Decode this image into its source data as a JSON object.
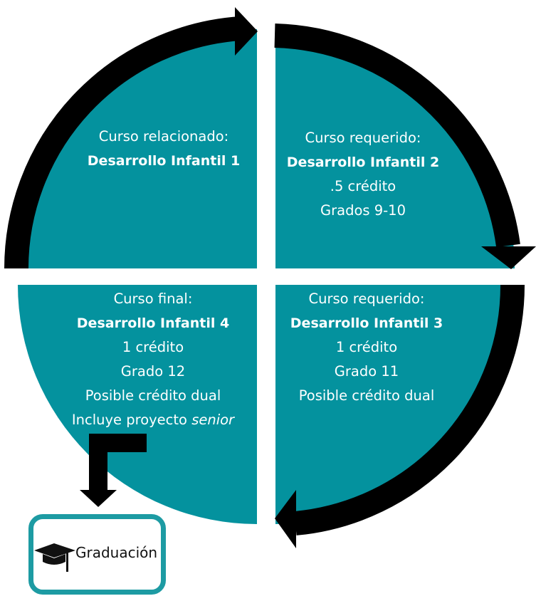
{
  "colors": {
    "teal": "#04929e",
    "arrow": "#000000",
    "box_border": "#1d9ba3",
    "text": "#ffffff"
  },
  "quadrants": {
    "top_left": {
      "label": "Curso relacionado:",
      "title": "Desarrollo Infantil 1"
    },
    "top_right": {
      "label": "Curso requerido:",
      "title": "Desarrollo Infantil 2",
      "credit": ".5 crédito",
      "grade": "Grados 9-10"
    },
    "bottom_right": {
      "label": "Curso requerido:",
      "title": "Desarrollo Infantil 3",
      "credit": "1 crédito",
      "grade": "Grado 11",
      "note": "Posible crédito dual"
    },
    "bottom_left": {
      "label": "Curso final:",
      "title": "Desarrollo Infantil 4",
      "credit": "1 crédito",
      "grade": "Grado 12",
      "note": "Posible crédito dual",
      "project_prefix": "Incluye proyecto",
      "project_italic": "senior"
    }
  },
  "graduation": {
    "label": "Graduación",
    "icon": "graduation-cap-icon"
  }
}
